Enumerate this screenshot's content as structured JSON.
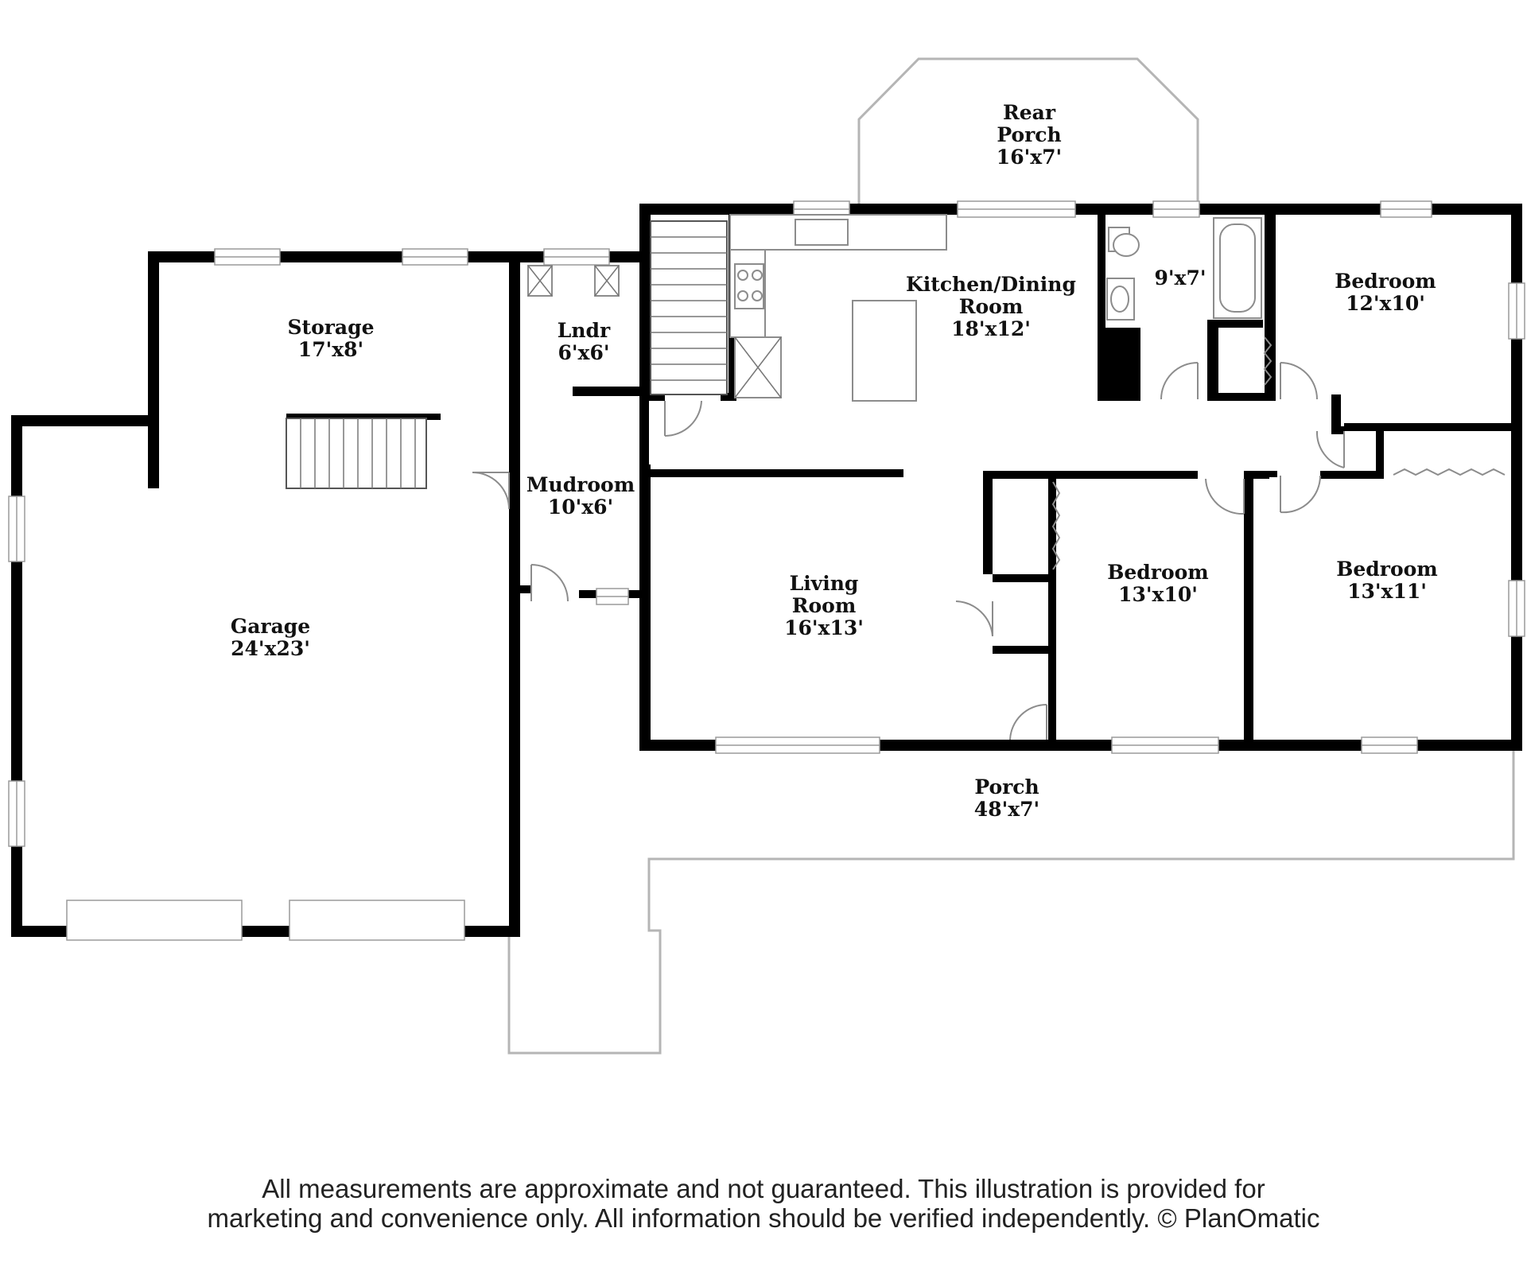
{
  "rooms": [
    {
      "id": "rear-porch",
      "name_lines": [
        "Rear",
        "Porch"
      ],
      "size": "16'x7'"
    },
    {
      "id": "kitchen-dining",
      "name_lines": [
        "Kitchen/Dining",
        "Room"
      ],
      "size": "18'x12'"
    },
    {
      "id": "bath",
      "name_lines": [],
      "size": "9'x7'"
    },
    {
      "id": "bedroom-ne",
      "name_lines": [
        "Bedroom"
      ],
      "size": "12'x10'"
    },
    {
      "id": "storage",
      "name_lines": [
        "Storage"
      ],
      "size": "17'x8'"
    },
    {
      "id": "laundry",
      "name_lines": [
        "Lndr"
      ],
      "size": "6'x6'"
    },
    {
      "id": "mudroom",
      "name_lines": [
        "Mudroom"
      ],
      "size": "10'x6'"
    },
    {
      "id": "living",
      "name_lines": [
        "Living",
        "Room"
      ],
      "size": "16'x13'"
    },
    {
      "id": "bedroom-center",
      "name_lines": [
        "Bedroom"
      ],
      "size": "13'x10'"
    },
    {
      "id": "bedroom-se",
      "name_lines": [
        "Bedroom"
      ],
      "size": "13'x11'"
    },
    {
      "id": "garage",
      "name_lines": [
        "Garage"
      ],
      "size": "24'x23'"
    },
    {
      "id": "porch",
      "name_lines": [
        "Porch"
      ],
      "size": "48'x7'"
    }
  ],
  "disclaimer": {
    "line1": "All measurements are approximate and not guaranteed. This illustration is provided for",
    "line2": "marketing and convenience only. All information should be verified independently. © PlanOmatic"
  }
}
